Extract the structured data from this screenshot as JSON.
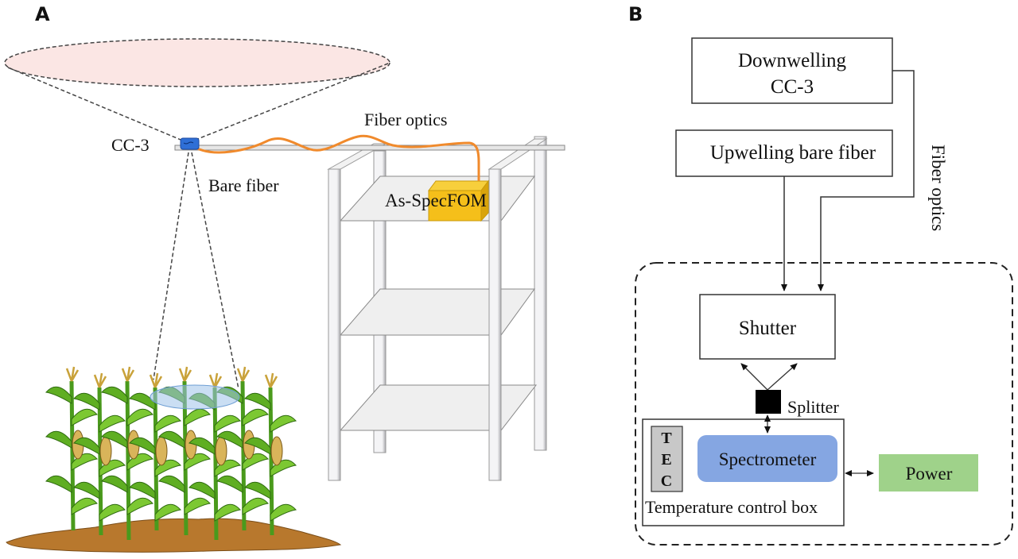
{
  "panels": {
    "a": {
      "label": "A",
      "labels": {
        "cc3": "CC-3",
        "bare_fiber": "Bare fiber",
        "fiber_optics": "Fiber optics",
        "instrument": "As-SpecFOM"
      },
      "colors": {
        "fov_upper": "#fbe6e4",
        "sensor": "#2f6fd6",
        "fiber_cable": "#f08a2c",
        "instrument_box": "#f5bf1a",
        "rack": "#eeeeee",
        "footprint": "#9ec3ea",
        "soil": "#b8782d",
        "plant": "#6cbd2a"
      }
    },
    "b": {
      "label": "B",
      "boxes": {
        "downwelling_line1": "Downwelling",
        "downwelling_line2": "CC-3",
        "upwelling": "Upwelling bare fiber",
        "shutter": "Shutter",
        "splitter": "Splitter",
        "spectrometer": "Spectrometer",
        "tec": [
          "T",
          "E",
          "C"
        ],
        "temperature_box": "Temperature control box",
        "power": "Power"
      },
      "edge_label": "Fiber optics",
      "colors": {
        "spectrometer": "#85a6e2",
        "power": "#9fd28a",
        "tec": "#c8c8c8",
        "splitter": "#000000"
      }
    }
  }
}
